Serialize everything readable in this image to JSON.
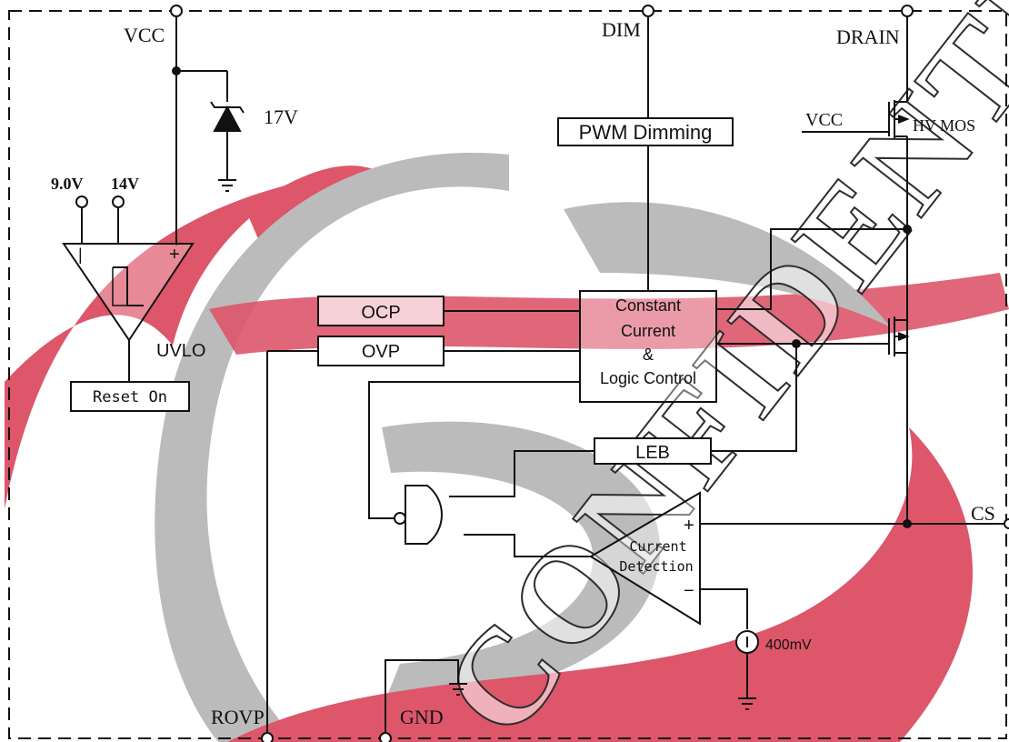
{
  "watermark": {
    "text": "CONFIDENTIAL",
    "logo_colors": {
      "red": "#d9475f",
      "gray": "#b3b3b3"
    }
  },
  "pins": {
    "vcc": "VCC",
    "dim": "DIM",
    "drain": "DRAIN",
    "cs": "CS",
    "rovp": "ROVP",
    "gnd": "GND"
  },
  "blocks": {
    "pwm_dimming": "PWM Dimming",
    "ocp": "OCP",
    "ovp": "OVP",
    "logic_line1": "Constant",
    "logic_line2": "Current",
    "logic_line3": "&",
    "logic_line4": "Logic Control",
    "leb": "LEB",
    "reset_on": "Reset On",
    "uvlo": "UVLO",
    "current_detection_line1": "Current",
    "current_detection_line2": "Detection"
  },
  "labels": {
    "zener_voltage": "17V",
    "uvlo_low": "9.0V",
    "uvlo_high": "14V",
    "gate_vcc": "VCC",
    "hv_mos": "HV MOS",
    "ref_voltage": "400mV",
    "plus": "+",
    "minus": "−"
  }
}
